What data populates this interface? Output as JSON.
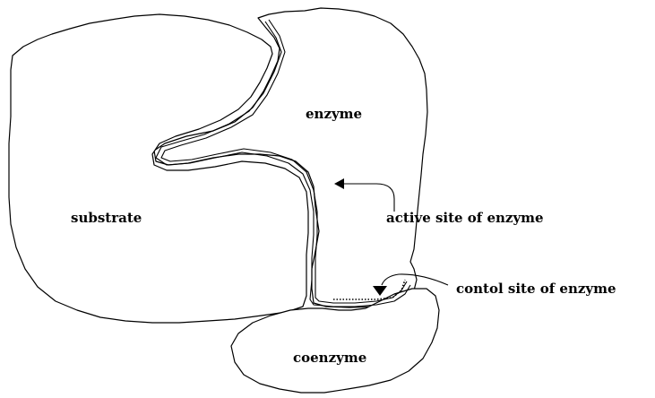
{
  "labels": {
    "enzyme": "enzyme",
    "substrate": "substrate",
    "active_site": "active site of enzyme",
    "control_site": "contol site of enzyme",
    "coenzyme": "coenzyme"
  }
}
